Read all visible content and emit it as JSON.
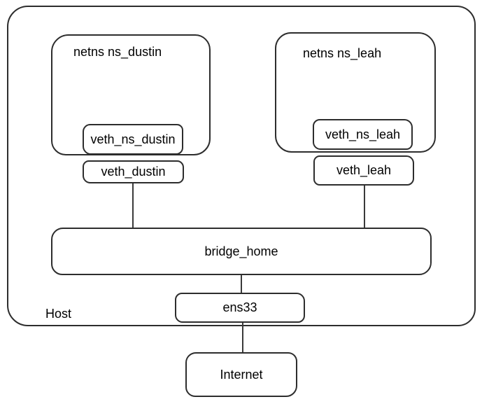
{
  "diagram": {
    "host_label": "Host",
    "namespaces": [
      {
        "label": "netns ns_dustin",
        "inner_veth_label": "veth_ns_dustin",
        "host_veth_label": "veth_dustin"
      },
      {
        "label": "netns ns_leah",
        "inner_veth_label": "veth_ns_leah",
        "host_veth_label": "veth_leah"
      }
    ],
    "bridge_label": "bridge_home",
    "uplink_label": "ens33",
    "internet_label": "Internet",
    "colors": {
      "stroke": "#2d2d2d",
      "text": "#000000",
      "background": "#ffffff"
    }
  }
}
